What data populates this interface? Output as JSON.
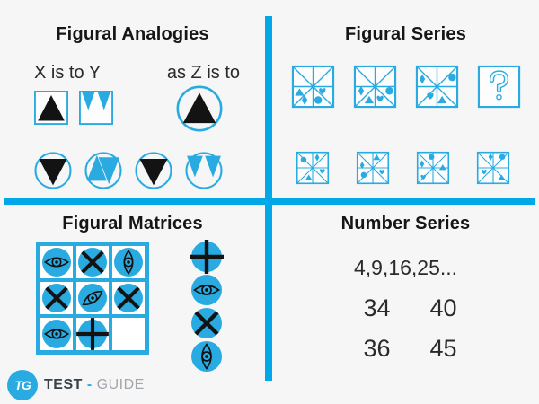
{
  "theme": {
    "accent": "#29ABE2",
    "divider": "#00A8E8",
    "background": "#F6F6F6",
    "ink": "#161616",
    "symbol_ink": "#131313",
    "figure_fill": "#FDFDFD",
    "logo_dark": "#3A4047",
    "logo_gray": "#A2A7AC"
  },
  "analogies": {
    "title": "Figural Analogies",
    "prompt_left": "X is to Y",
    "prompt_right": "as Z is to",
    "stimulus": [
      {
        "name": "x-figure",
        "container": "square",
        "glyph": "tri-up",
        "color": "black"
      },
      {
        "name": "y-figure",
        "container": "square",
        "glyph": "crown-down",
        "color": "blue"
      },
      {
        "name": "z-figure",
        "container": "circle",
        "glyph": "tri-up",
        "color": "black"
      }
    ],
    "options": [
      {
        "container": "circle",
        "glyph": "tri-down",
        "color": "black"
      },
      {
        "container": "circle",
        "glyph": "up-down-pair",
        "color": "blue"
      },
      {
        "container": "circle",
        "glyph": "tri-down",
        "color": "black"
      },
      {
        "container": "circle",
        "glyph": "crown-down",
        "color": "blue"
      }
    ]
  },
  "series": {
    "title": "Figural Series",
    "sequence": [
      {
        "shapes": [
          {
            "t": "triangle",
            "x": 0.18,
            "y": 0.63
          },
          {
            "t": "diamond",
            "x": 0.3,
            "y": 0.82
          },
          {
            "t": "heart",
            "x": 0.72,
            "y": 0.6
          },
          {
            "t": "circle",
            "x": 0.62,
            "y": 0.82
          }
        ]
      },
      {
        "shapes": [
          {
            "t": "diamond",
            "x": 0.17,
            "y": 0.6
          },
          {
            "t": "triangle",
            "x": 0.36,
            "y": 0.81
          },
          {
            "t": "heart",
            "x": 0.62,
            "y": 0.78
          },
          {
            "t": "circle",
            "x": 0.84,
            "y": 0.6
          }
        ]
      },
      {
        "shapes": [
          {
            "t": "diamond",
            "x": 0.15,
            "y": 0.32
          },
          {
            "t": "circle",
            "x": 0.86,
            "y": 0.28
          },
          {
            "t": "heart",
            "x": 0.34,
            "y": 0.72
          },
          {
            "t": "triangle",
            "x": 0.62,
            "y": 0.81
          }
        ]
      },
      {
        "question": true,
        "question_mark": "?"
      }
    ],
    "options": [
      {
        "shapes": [
          {
            "t": "circle",
            "x": 0.22,
            "y": 0.25
          },
          {
            "t": "diamond",
            "x": 0.64,
            "y": 0.18
          },
          {
            "t": "heart",
            "x": 0.8,
            "y": 0.6
          },
          {
            "t": "triangle",
            "x": 0.38,
            "y": 0.8
          }
        ]
      },
      {
        "shapes": [
          {
            "t": "triangle",
            "x": 0.62,
            "y": 0.17
          },
          {
            "t": "diamond",
            "x": 0.17,
            "y": 0.42
          },
          {
            "t": "circle",
            "x": 0.22,
            "y": 0.72
          },
          {
            "t": "heart",
            "x": 0.78,
            "y": 0.62
          }
        ]
      },
      {
        "shapes": [
          {
            "t": "circle",
            "x": 0.45,
            "y": 0.16
          },
          {
            "t": "diamond",
            "x": 0.16,
            "y": 0.38
          },
          {
            "t": "triangle",
            "x": 0.8,
            "y": 0.48
          },
          {
            "t": "heart",
            "x": 0.2,
            "y": 0.78
          }
        ]
      },
      {
        "shapes": [
          {
            "t": "diamond",
            "x": 0.42,
            "y": 0.16
          },
          {
            "t": "circle",
            "x": 0.78,
            "y": 0.16
          },
          {
            "t": "heart",
            "x": 0.22,
            "y": 0.62
          },
          {
            "t": "triangle",
            "x": 0.76,
            "y": 0.8
          }
        ]
      }
    ]
  },
  "matrices": {
    "title": "Figural Matrices",
    "grid": [
      [
        "eye-h",
        "cross-x",
        "eye-v"
      ],
      [
        "cross-x",
        "eye-tilt",
        "cross-x"
      ],
      [
        "eye-h",
        "cross-plus",
        "empty"
      ]
    ],
    "options": [
      "cross-plus",
      "eye-h",
      "cross-x",
      "eye-v"
    ]
  },
  "numbers": {
    "title": "Number Series",
    "sequence": "4,9,16,25...",
    "options": [
      "34",
      "40",
      "36",
      "45"
    ]
  },
  "logo": {
    "monogram": "TG",
    "word_bold": "TEST",
    "hyphen": "-",
    "word_light": "GUIDE"
  }
}
